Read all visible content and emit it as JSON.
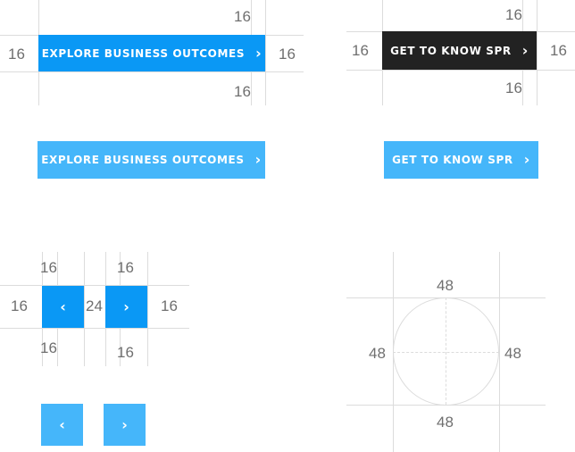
{
  "colors": {
    "primary_blue": "#0A98F5",
    "light_blue": "#45B6FA",
    "dark": "#222222",
    "guide_line": "#DCDCDC",
    "measure_text": "#6F6F6F"
  },
  "spec_primary": {
    "label": "EXPLORE BUSINESS OUTCOMES",
    "chevron": "›",
    "pad_top": "16",
    "pad_bottom": "16",
    "pad_left": "16",
    "pad_right": "16"
  },
  "spec_dark": {
    "label": "GET TO KNOW SPR",
    "chevron": "›",
    "pad_top": "16",
    "pad_bottom": "16",
    "pad_left": "16",
    "pad_right": "16"
  },
  "example_primary": {
    "label": "EXPLORE BUSINESS OUTCOMES",
    "chevron": "›"
  },
  "example_secondary": {
    "label": "GET TO KNOW SPR",
    "chevron": "›"
  },
  "spec_arrows": {
    "prev_icon": "‹",
    "next_icon": "›",
    "prev_top": "16",
    "prev_bottom": "16",
    "next_top": "16",
    "next_bottom": "16",
    "left": "16",
    "right": "16",
    "gap": "24"
  },
  "example_arrows": {
    "prev_icon": "‹",
    "next_icon": "›"
  },
  "spec_circle": {
    "top": "48",
    "bottom": "48",
    "left": "48",
    "right": "48"
  }
}
